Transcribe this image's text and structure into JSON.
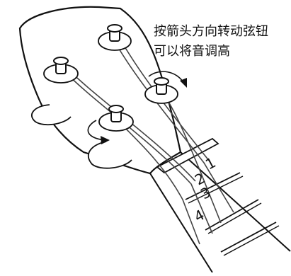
{
  "caption": {
    "line1": "按箭头方向转动弦钮",
    "line2": "可以将音调高"
  },
  "string_numbers": [
    "1",
    "2",
    "3",
    "4"
  ],
  "colors": {
    "stroke": "#111111",
    "string": "#444444",
    "background": "#ffffff"
  },
  "icons": [
    "tuning-peg-icon",
    "rotation-arrow-icon"
  ]
}
